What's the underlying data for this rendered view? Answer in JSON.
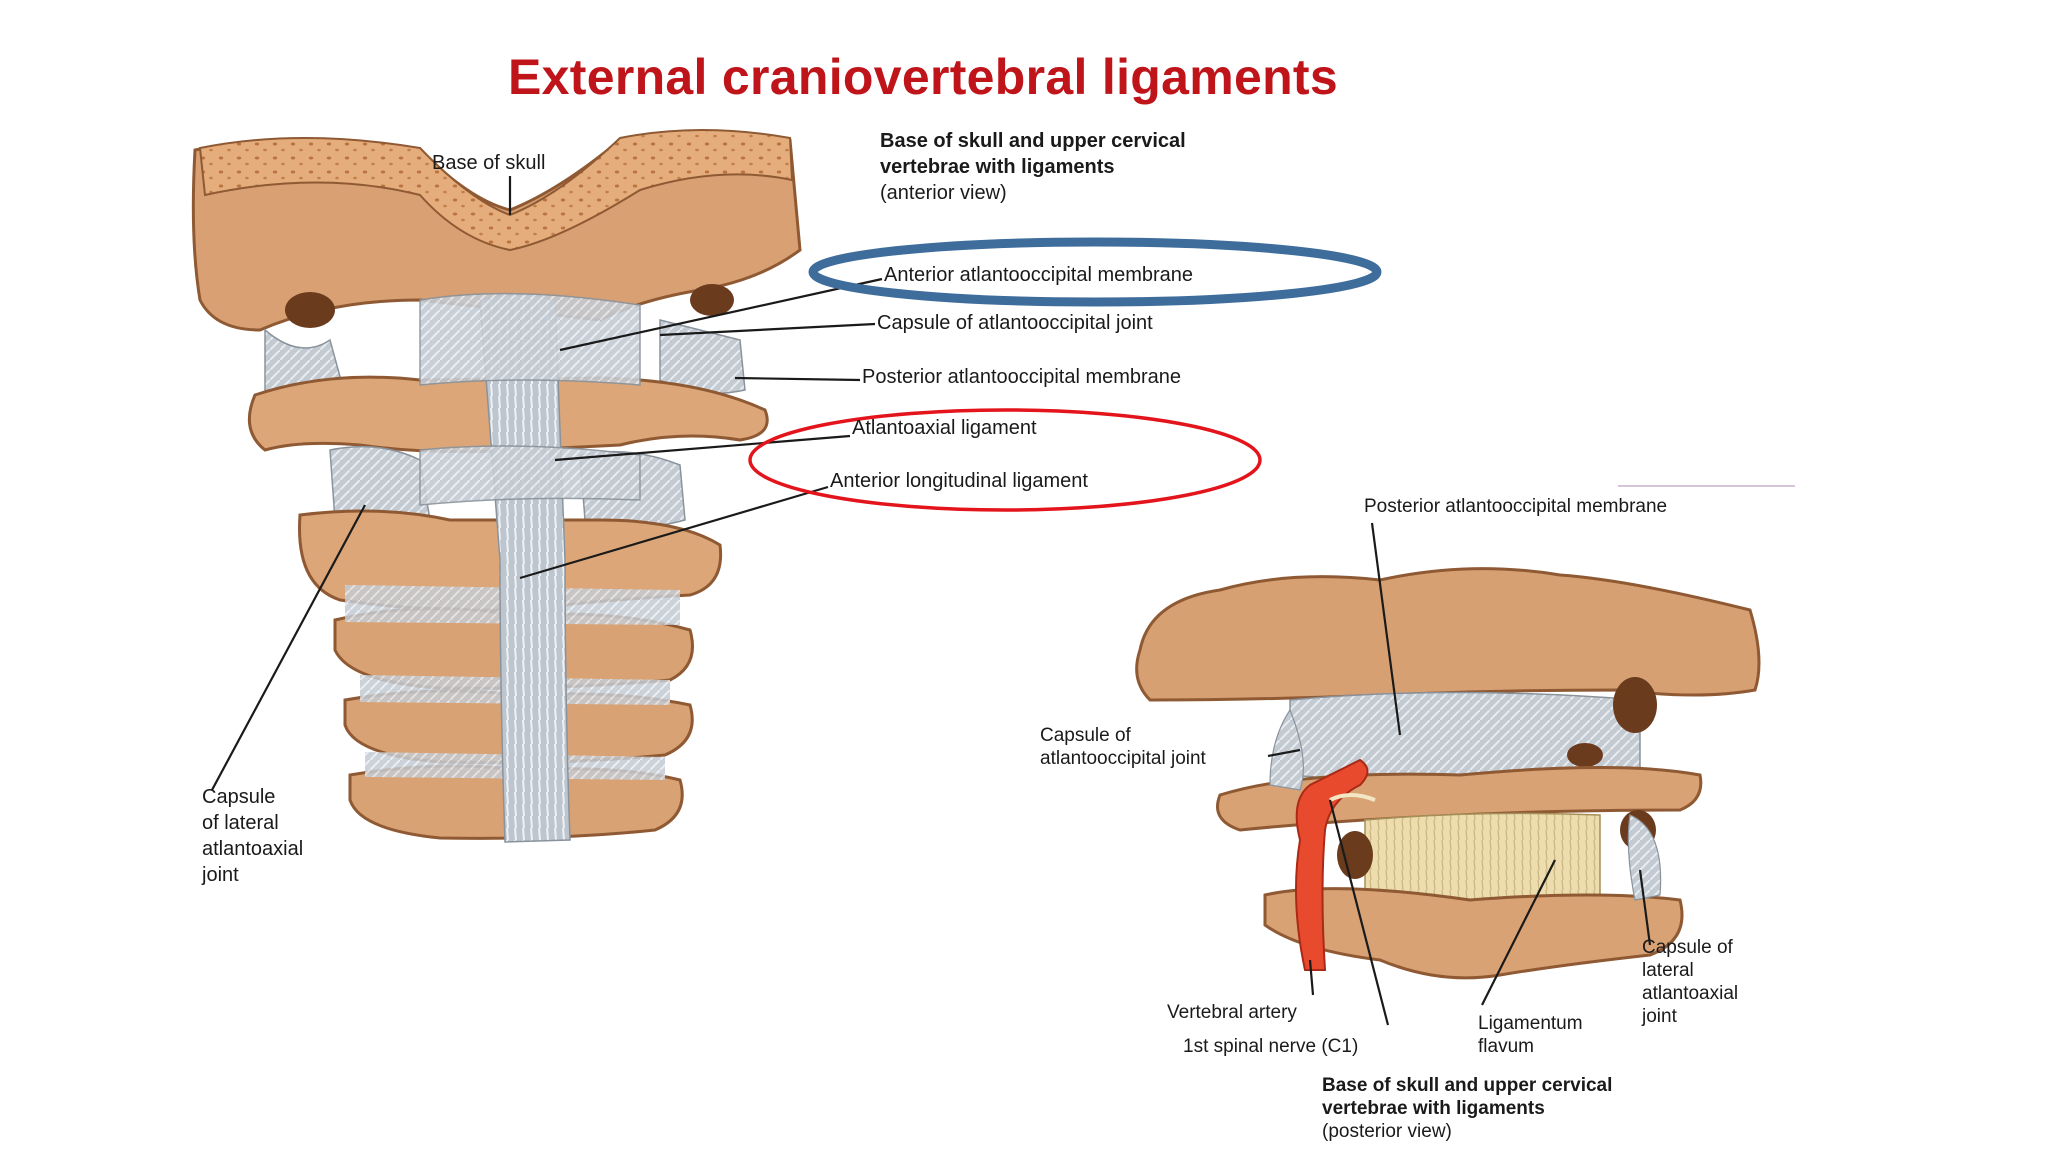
{
  "slide": {
    "title": "External craniovertebral ligaments"
  },
  "anterior_view": {
    "caption_line1": "Base of skull and upper cervical",
    "caption_line2": "vertebrae with ligaments",
    "caption_line3": "(anterior view)",
    "labels": {
      "base_of_skull": "Base of skull",
      "anterior_atlantooccipital_membrane": "Anterior atlantooccipital membrane",
      "capsule_atlantooccipital_joint": "Capsule of atlantooccipital joint",
      "posterior_atlantooccipital_membrane": "Posterior atlantooccipital membrane",
      "atlantoaxial_ligament": "Atlantoaxial ligament",
      "anterior_longitudinal_ligament": "Anterior longitudinal ligament",
      "capsule_lateral_1": "Capsule",
      "capsule_lateral_2": "of lateral",
      "capsule_lateral_3": "atlantoaxial",
      "capsule_lateral_4": "joint"
    }
  },
  "posterior_view": {
    "caption_line1": "Base of skull and upper cervical",
    "caption_line2": "vertebrae with ligaments",
    "caption_line3": "(posterior view)",
    "labels": {
      "posterior_atlantooccipital_membrane": "Posterior atlantooccipital membrane",
      "capsule_atlantooccipital_1": "Capsule of",
      "capsule_atlantooccipital_2": "atlantooccipital joint",
      "vertebral_artery": "Vertebral artery",
      "first_spinal_nerve": "1st spinal nerve (C1)",
      "ligamentum_flavum_1": "Ligamentum",
      "ligamentum_flavum_2": "flavum",
      "capsule_lateral_1": "Capsule of",
      "capsule_lateral_2": "lateral",
      "capsule_lateral_3": "atlantoaxial",
      "capsule_lateral_4": "joint"
    }
  },
  "highlights": {
    "blue_ellipse_color": "#3e6d9c",
    "red_ellipse_color": "#e3141b"
  },
  "colors": {
    "bone": "#d9a274",
    "bone_dark": "#a66a3f",
    "ligament": "#b9c2cc",
    "flavum": "#eadbb0",
    "artery": "#e84a2e"
  }
}
